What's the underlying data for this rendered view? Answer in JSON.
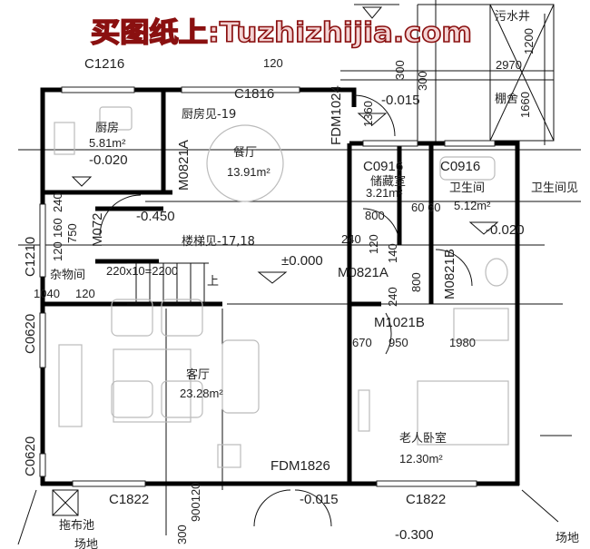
{
  "watermark": "买图纸上:Tuzhizhijia.com",
  "colors": {
    "watermark": "#8a1010",
    "walls": "#000000",
    "furniture": "#bbbbbb"
  },
  "rooms": {
    "kitchen": {
      "name": "厨房",
      "area": "5.81m²",
      "level": "-0.020",
      "note": "厨房见-19"
    },
    "dining": {
      "name": "餐厅",
      "area": "13.91m²"
    },
    "storage": {
      "name": "储藏室",
      "area": "3.21m²"
    },
    "bathroom": {
      "name": "卫生间",
      "area": "5.12m²",
      "level": "-0.020",
      "note": "卫生间见"
    },
    "utility": {
      "name": "杂物间"
    },
    "living": {
      "name": "客厅",
      "area": "23.28m²"
    },
    "elder_bedroom": {
      "name": "老人卧室",
      "area": "12.30m²"
    },
    "mop_sink": {
      "name": "拖布池"
    },
    "sewage_well": {
      "name": "污水井"
    },
    "shed": {
      "name": "棚舍"
    },
    "yard_right": {
      "name": "场地"
    },
    "yard_left": {
      "name": "场地"
    }
  },
  "openings": {
    "c1216": "C1216",
    "c1816": "C1816",
    "m0821a_1": "M0821A",
    "fdm1024": "FDM1024",
    "c0916_1": "C0916",
    "c0916_2": "C0916",
    "m0821a_2": "M0821A",
    "m0821b": "M0821B",
    "m1021b": "M1021B",
    "m0721": "M072",
    "c1210": "C1210",
    "c0620_1": "C0620",
    "c0620_2": "C0620",
    "fdm1826": "FDM1826",
    "c1822_1": "C1822",
    "c1822_2": "C1822"
  },
  "levels": {
    "main": "±0.000",
    "entry_top": "-0.015",
    "entry_bottom": "-0.015",
    "stair_low": "-0.450",
    "outside": "-0.300"
  },
  "stair": {
    "note": "楼梯见-17,18",
    "steps": "220x10=2200",
    "up": "上"
  },
  "dimensions": {
    "d120a": "120",
    "d2970": "2970",
    "d1200": "1200",
    "d300a": "300",
    "d300b": "300",
    "d1360": "1360",
    "d1660": "1660",
    "d800a": "800",
    "d6060": "60 60",
    "d240a": "240",
    "d120b": "120",
    "d140": "140",
    "d800b": "800",
    "d240b": "240",
    "d670": "670",
    "d950": "950",
    "d1980": "1980",
    "d240c": "240",
    "d750": "750",
    "d160": "160",
    "d120c": "120",
    "d1040": "1040",
    "d120d": "120",
    "d900120": "900120",
    "d300c": "300"
  }
}
